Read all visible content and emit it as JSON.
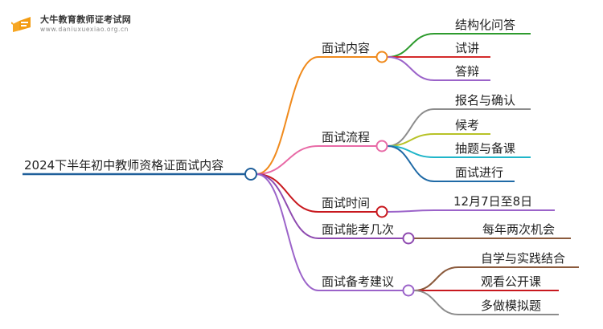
{
  "site": {
    "name": "大牛教育教师证考试网",
    "url": "www.daniuxuexiao.org.cn"
  },
  "mindmap": {
    "root": "2024下半年初中教师资格证面试内容",
    "branches": [
      {
        "label": "面试内容",
        "color": "#f08a1c",
        "children": [
          {
            "label": "结构化问答",
            "color": "#2e9b2e"
          },
          {
            "label": "试讲",
            "color": "#d42b2b"
          },
          {
            "label": "答辩",
            "color": "#9b63c9"
          }
        ]
      },
      {
        "label": "面试流程",
        "color": "#e86aa6",
        "children": [
          {
            "label": "报名与确认",
            "color": "#8c8c8c"
          },
          {
            "label": "候考",
            "color": "#b7c226"
          },
          {
            "label": "抽题与备课",
            "color": "#1fb5c9"
          },
          {
            "label": "面试进行",
            "color": "#1f6aa6"
          }
        ]
      },
      {
        "label": "面试时间",
        "color": "#c8181e",
        "children": [
          {
            "label": "12月7日至8日",
            "color": "#9b63c9"
          }
        ]
      },
      {
        "label": "面试能考几次",
        "color": "#8e4ab0",
        "children": [
          {
            "label": "每年两次机会",
            "color": "#8b5a3c"
          }
        ]
      },
      {
        "label": "面试备考建议",
        "color": "#9b63c9",
        "children": [
          {
            "label": "自学与实践结合",
            "color": "#8b5a3c"
          },
          {
            "label": "观看公开课",
            "color": "#c8181e"
          },
          {
            "label": "多做模拟题",
            "color": "#8c8c8c"
          }
        ]
      }
    ]
  }
}
